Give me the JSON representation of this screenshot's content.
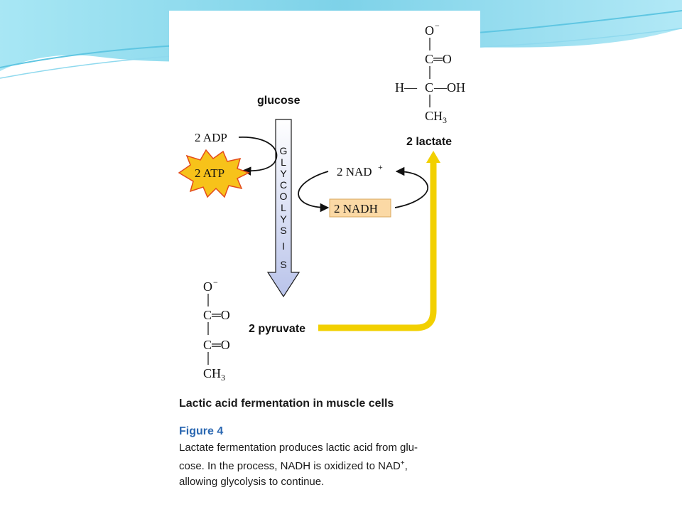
{
  "diagram": {
    "glucose": "glucose",
    "glycolysis_letters": [
      "G",
      "L",
      "Y",
      "C",
      "O",
      "L",
      "Y",
      "S",
      "I",
      "S"
    ],
    "adp": "2 ADP",
    "atp": "2 ATP",
    "nad": "2 NAD",
    "nad_charge": "+",
    "nadh": "2 NADH",
    "pyruvate_label": "2 pyruvate",
    "lactate_label": "2 lactate",
    "pyruvate_structure": {
      "o_minus": "O",
      "charge": "−",
      "c1": "C═O",
      "c2": "C═O",
      "ch3": "CH",
      "sub3": "3"
    },
    "lactate_structure": {
      "o_minus": "O",
      "charge": "−",
      "c1": "C═O",
      "h_left": "H—",
      "c_mid": "C",
      "oh_right": "—OH",
      "ch3": "CH",
      "sub3": "3"
    }
  },
  "caption": {
    "title": "Lactic acid fermentation in muscle cells",
    "figure_label": "Figure 4",
    "line1": "Lactate fermentation produces lactic acid from glu-",
    "line2a": "cose. In the process, NADH is oxidized to NAD",
    "line2_sup": "+",
    "line2b": ",",
    "line3": "allowing glycolysis to continue."
  },
  "colors": {
    "arrow_yellow": "#f2d000",
    "glycolysis_arrow_top": "#ffffff",
    "glycolysis_arrow_bottom": "#b9c3ea",
    "atp_star": "#f7c21a",
    "atp_star_edge": "#e34b1c",
    "nadh_box": "#fbd9a5",
    "caption_blue": "#2a67b1",
    "bg_wave": "#7fd6ec"
  }
}
